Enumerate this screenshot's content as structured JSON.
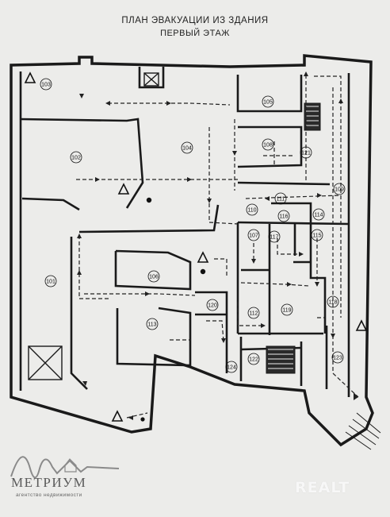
{
  "plan": {
    "title": "ПЛАН ЭВАКУАЦИИ ИЗ ЗДАНИЯ",
    "subtitle": "ПЕРВЫЙ ЭТАЖ",
    "rooms": [
      "101",
      "102",
      "103",
      "104",
      "105",
      "106",
      "107",
      "108",
      "109",
      "110",
      "111",
      "112",
      "113",
      "114",
      "115",
      "116",
      "117",
      "118",
      "119",
      "120",
      "121",
      "122",
      "123",
      "124"
    ]
  },
  "branding": {
    "logo_name": "МЕТРИУМ",
    "logo_sub": "агентство недвижимости",
    "watermark": "REALT"
  },
  "colors": {
    "wall": "#1a1a1a",
    "route": "#222222",
    "paper": "#ececea"
  }
}
